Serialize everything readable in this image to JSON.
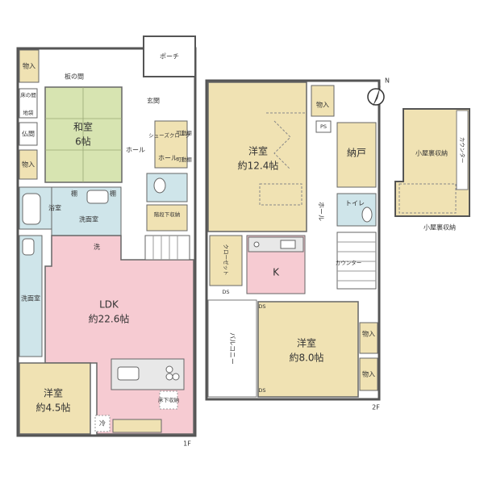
{
  "colors": {
    "japanese_room": "#d7e4b1",
    "ldk": "#f6cbd2",
    "western_room": "#f0e2b3",
    "wet_area": "#cfe5ea",
    "storage": "#f0e2b3",
    "kitchen": "#f6cbd2",
    "wall": "#555555",
    "balcony": "#ffffff"
  },
  "floor1": {
    "floor_label": "1F",
    "rooms": {
      "storage_top": "物入",
      "itanoma": "板の間",
      "toko": "床の間",
      "jibukuro": "地袋",
      "butsuma": "仏間",
      "storage_left": "物入",
      "washitsu_name": "和室",
      "washitsu_size": "6帖",
      "porch": "ポーチ",
      "genkan": "玄関",
      "shoes_closet": "シューズクローク",
      "kadou_tana1": "可動棚",
      "kadou_tana2": "可動棚",
      "hall1": "ホール",
      "hall2": "ホール",
      "bath": "浴室",
      "tana1": "棚",
      "tana2": "棚",
      "washroom1": "洗面室",
      "sen": "洗",
      "stair_storage": "階段下収納",
      "washroom2": "洗面室",
      "ldk_name": "LDK",
      "ldk_size": "約22.6帖",
      "western_name": "洋室",
      "western_size": "約4.5帖",
      "floor_storage": "床下収納",
      "rei": "冷"
    }
  },
  "floor2": {
    "floor_label": "2F",
    "rooms": {
      "western1_name": "洋室",
      "western1_size": "約12.4帖",
      "storage_top": "物入",
      "ps": "PS",
      "nando": "納戸",
      "toilet": "トイレ",
      "hall": "ホール",
      "closet": "クローゼット",
      "ds1": "DS",
      "kitchen": "K",
      "counter": "カウンター",
      "ds2": "DS",
      "ds3": "DS",
      "balcony": "バルコニー",
      "western2_name": "洋室",
      "western2_size": "約8.0帖",
      "storage2": "物入",
      "storage3": "物入"
    }
  },
  "attic": {
    "storage_label": "小屋裏収納",
    "counter": "カウンター",
    "caption": "小屋裏収納"
  },
  "compass": {
    "north_label": "N"
  }
}
